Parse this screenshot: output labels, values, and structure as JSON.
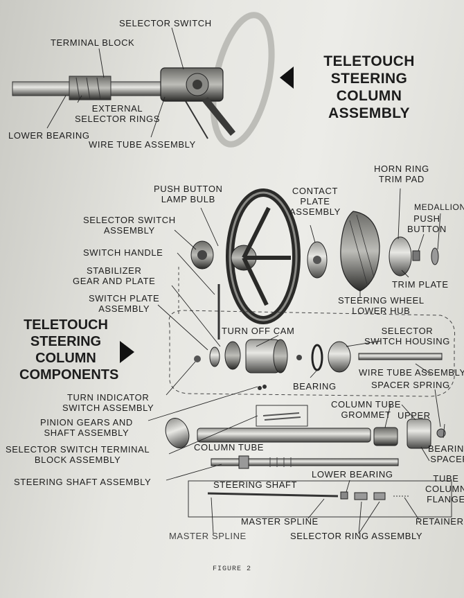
{
  "top": {
    "title": "TELETOUCH\nSTEERING COLUMN\nASSEMBLY",
    "labels": {
      "selector_switch": "SELECTOR SWITCH",
      "terminal_block": "TERMINAL BLOCK",
      "external_selector_rings": "EXTERNAL\nSELECTOR RINGS",
      "lower_bearing": "LOWER BEARING",
      "wire_tube_assembly": "WIRE TUBE ASSEMBLY"
    }
  },
  "components": {
    "title": "TELETOUCH\nSTEERING\nCOLUMN\nCOMPONENTS",
    "labels": {
      "horn_ring_trim_pad": "HORN RING\nTRIM PAD",
      "medallion": "MEDALLION",
      "push_button": "PUSH\nBUTTON",
      "push_button_lamp_bulb": "PUSH BUTTON\nLAMP BULB",
      "contact_plate_assembly": "CONTACT\nPLATE\nASSEMBLY",
      "selector_switch_assembly": "SELECTOR SWITCH\nASSEMBLY",
      "switch_handle": "SWITCH HANDLE",
      "trim_plate": "TRIM PLATE",
      "stabilizer_gear_and_plate": "STABILIZER\nGEAR AND PLATE",
      "switch_plate_assembly": "SWITCH PLATE\nASSEMBLY",
      "steering_wheel_lower_hub": "STEERING WHEEL\nLOWER HUB",
      "turn_off_cam": "TURN OFF CAM",
      "selector_switch_housing": "SELECTOR\nSWITCH HOUSING",
      "bearing": "BEARING",
      "wire_tube_assembly": "WIRE TUBE ASSEMBLY",
      "turn_indicator_switch_assembly": "TURN INDICATOR\nSWITCH ASSEMBLY",
      "spacer_spring": "SPACER SPRING",
      "column_tube_grommet": "COLUMN TUBE\nGROMMET",
      "upper": "UPPER",
      "pinion_gears_and_shaft_assembly": "PINION GEARS AND\nSHAFT ASSEMBLY",
      "bearing_spacer": "BEARING\nSPACER",
      "column_tube": "COLUMN TUBE",
      "selector_switch_terminal_block_assembly": "SELECTOR SWITCH TERMINAL\nBLOCK ASSEMBLY",
      "lower_bearing": "LOWER BEARING",
      "tube_column_flange": "TUBE\nCOLUMN\nFLANGE",
      "steering_shaft_assembly": "STEERING SHAFT ASSEMBLY",
      "steering_shaft": "STEERING SHAFT",
      "master_spline_a": "MASTER SPLINE",
      "master_spline_b": "MASTER SPLINE",
      "retainer": "RETAINER",
      "selector_ring_assembly": "SELECTOR RING ASSEMBLY"
    }
  },
  "figure_caption": "FIGURE 2",
  "colors": {
    "ink": "#1c1c1c",
    "paper": "#e6e6e1"
  }
}
